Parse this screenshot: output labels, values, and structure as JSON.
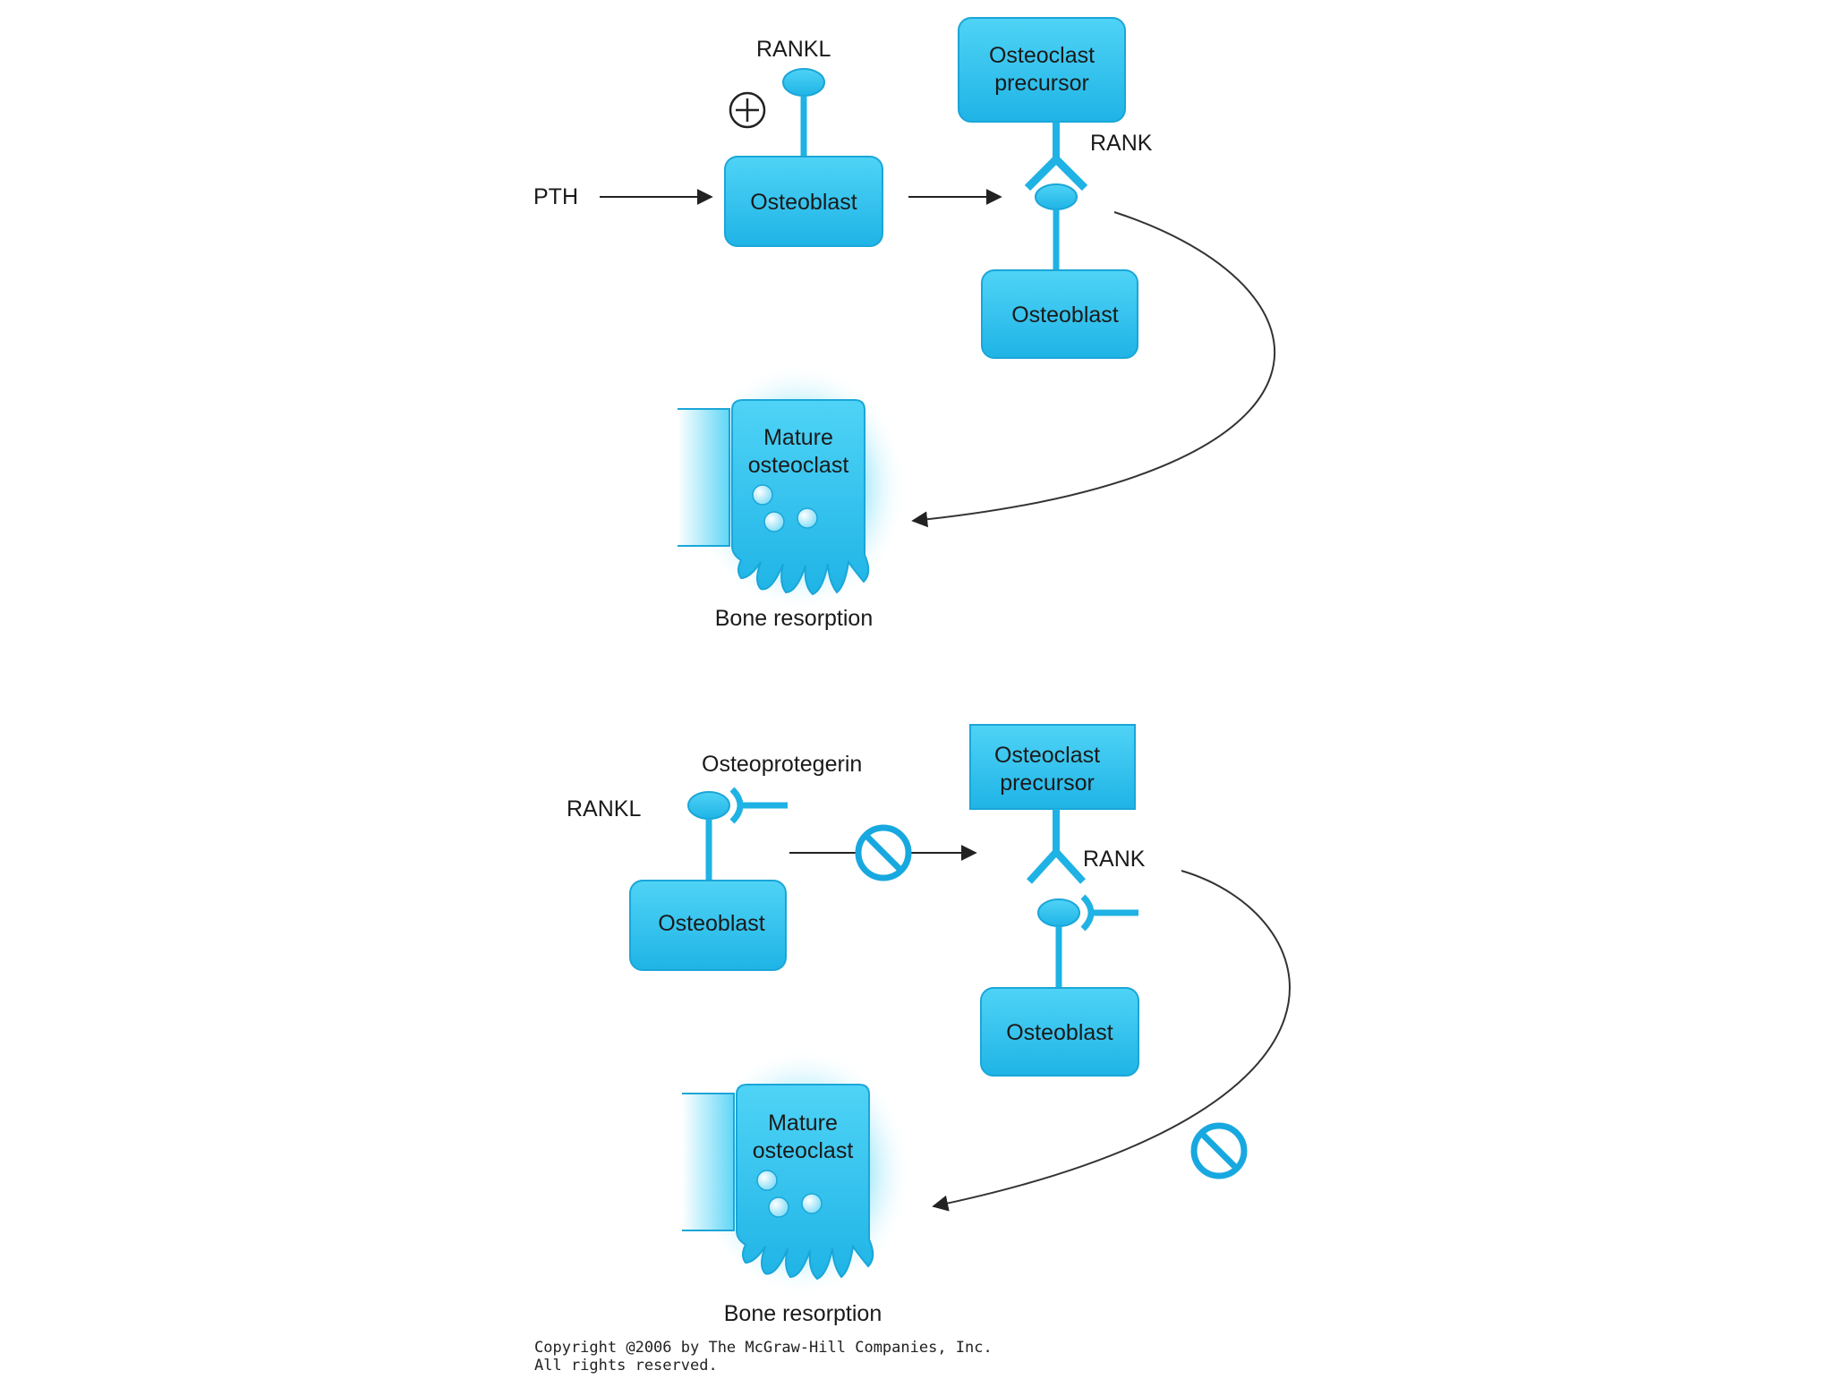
{
  "top_panel": {
    "pth_label": "PTH",
    "rankl_label": "RANKL",
    "plus_symbol": "+",
    "osteoblast_label": "Osteoblast",
    "precursor_line1": "Osteoclast",
    "precursor_line2": "precursor",
    "rank_label": "RANK",
    "osteoblast2_label": "Osteoblast",
    "mature_line1": "Mature",
    "mature_line2": "osteoclast",
    "resorption_label": "Bone resorption"
  },
  "bottom_panel": {
    "osteoprotegerin_label": "Osteoprotegerin",
    "rankl_label": "RANKL",
    "osteoblast_label": "Osteoblast",
    "precursor_line1": "Osteoclast",
    "precursor_line2": "precursor",
    "rank_label": "RANK",
    "osteoblast2_label": "Osteoblast",
    "mature_line1": "Mature",
    "mature_line2": "osteoclast",
    "resorption_label": "Bone resorption"
  },
  "copyright": {
    "line1": "Copyright @2006 by The McGraw-Hill Companies, Inc.",
    "line2": "All rights reserved."
  },
  "colors": {
    "cell_fill": "#2cc0ee",
    "cell_stroke": "#1aa6d8",
    "receptor": "#1fb2e4",
    "inhibit": "#18a8e0",
    "arrow": "#222222"
  }
}
